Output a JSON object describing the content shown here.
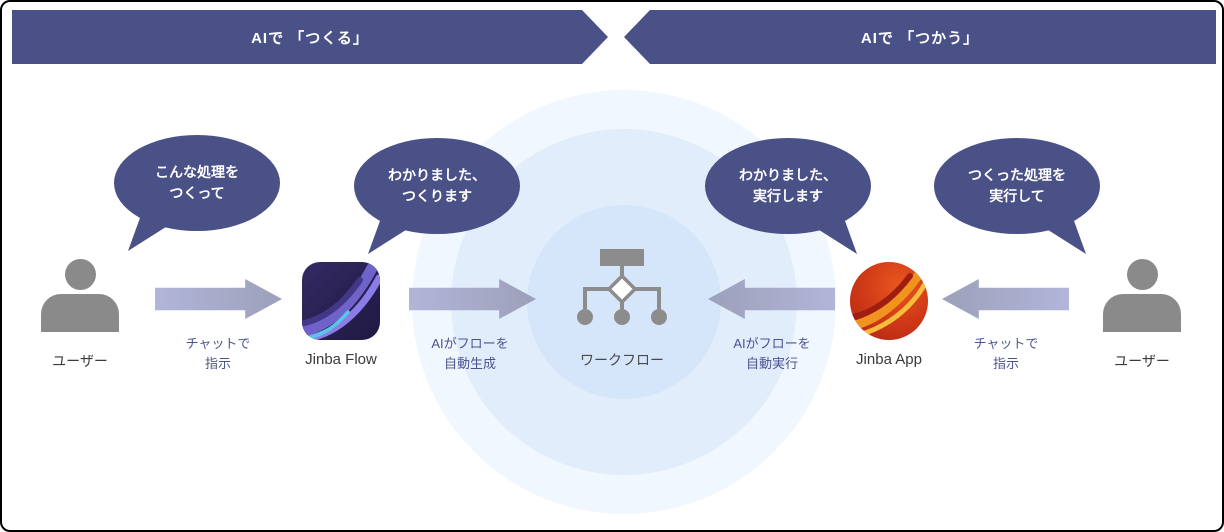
{
  "banners": {
    "left": "AIで 「つくる」",
    "right": "AIで 「つかう」"
  },
  "bubbles": [
    {
      "line1": "こんな処理を",
      "line2": "つくって"
    },
    {
      "line1": "わかりました、",
      "line2": "つくります"
    },
    {
      "line1": "わかりました、",
      "line2": "実行します"
    },
    {
      "line1": "つくった処理を",
      "line2": "実行して"
    }
  ],
  "arrows": [
    {
      "direction": "right",
      "line1": "チャットで",
      "line2": "指示"
    },
    {
      "direction": "right",
      "line1": "AIがフローを",
      "line2": "自動生成"
    },
    {
      "direction": "left",
      "line1": "AIがフローを",
      "line2": "自動実行"
    },
    {
      "direction": "left",
      "line1": "チャットで",
      "line2": "指示"
    }
  ],
  "actors": {
    "user_left": {
      "label": "ユーザー",
      "icon": "person-icon"
    },
    "jinba_flow": {
      "label": "Jinba Flow",
      "icon": "jinba-flow-app-icon"
    },
    "workflow": {
      "label": "ワークフロー",
      "icon": "workflow-diagram-icon"
    },
    "jinba_app": {
      "label": "Jinba App",
      "icon": "jinba-app-icon"
    },
    "user_right": {
      "label": "ユーザー",
      "icon": "person-icon"
    }
  },
  "colors": {
    "accent_indigo": "#4A5187",
    "arrow_fill_light": "#B2B5D8",
    "arrow_fill_dark": "#9CA0BA",
    "arrow_label_text": "#4C548F",
    "icon_gray": "#8A8A8A",
    "label_gray": "#3A3A3A",
    "ring_inner": "#D5E5FA",
    "ring_middle": "#E2EDFB",
    "ring_outer": "#F0F7FE",
    "flow_icon_purple": "#6F62C8",
    "flow_icon_cyan": "#55C8E8",
    "app_icon_red": "#D13A17",
    "app_icon_orange": "#F0931F",
    "app_icon_yellow": "#F6BE3B"
  }
}
